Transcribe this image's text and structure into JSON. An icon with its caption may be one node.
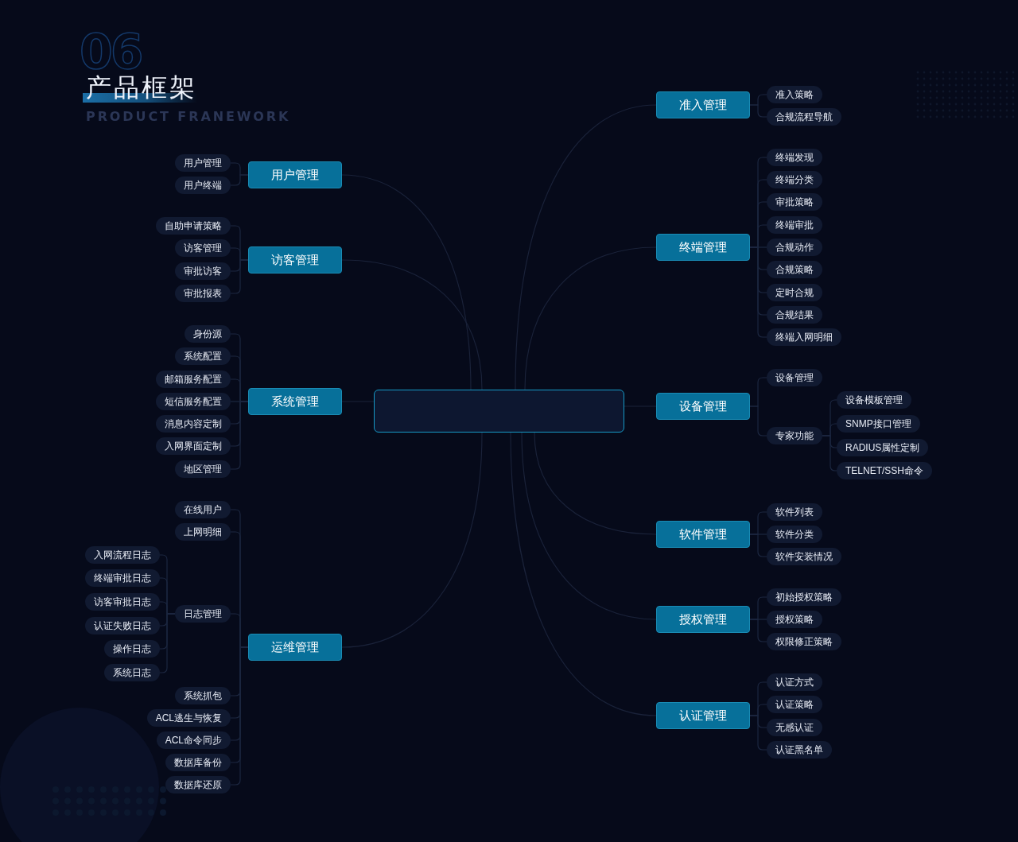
{
  "diagram": {
    "title": "产品框架",
    "nodes": [
      {
        "text": [],
        "shape": "box"
      },
      {
        "text": [
          "用户管理"
        ]
      },
      {
        "text": [
          "用户管理"
        ]
      },
      {
        "text": [
          "用户终端"
        ]
      },
      {
        "text": [
          "访客管理"
        ]
      },
      {
        "text": [
          "自助申请策略"
        ]
      },
      {
        "text": [
          "访客管理"
        ]
      },
      {
        "text": [
          "审批访客"
        ]
      },
      {
        "text": [
          "审批报表"
        ]
      },
      {
        "text": [
          "系统管理"
        ]
      },
      {
        "text": [
          "身份源"
        ]
      },
      {
        "text": [
          "系统配置"
        ]
      },
      {
        "text": [
          "邮箱服务配置"
        ]
      },
      {
        "text": [
          "短信服务配置"
        ]
      },
      {
        "text": [
          "消息内容定制"
        ]
      },
      {
        "text": [
          "入网界面定制"
        ]
      },
      {
        "text": [
          "地区管理"
        ]
      },
      {
        "text": [
          "运维管理"
        ]
      },
      {
        "text": [
          "在线用户"
        ]
      },
      {
        "text": [
          "上网明细"
        ]
      },
      {
        "text": [
          "日志管理"
        ]
      },
      {
        "text": [
          "入网流程日志"
        ]
      },
      {
        "text": [
          "终端审批日志"
        ]
      },
      {
        "text": [
          "访客审批日志"
        ]
      },
      {
        "text": [
          "认证失败日志"
        ]
      },
      {
        "text": [
          "操作日志"
        ]
      },
      {
        "text": [
          "系统日志"
        ]
      },
      {
        "text": [
          "系统抓包"
        ]
      },
      {
        "text": [
          "ACL逃生与恢复"
        ]
      },
      {
        "text": [
          "ACL命令同步"
        ]
      },
      {
        "text": [
          "数据库备份"
        ]
      },
      {
        "text": [
          "数据库还原"
        ]
      },
      {
        "text": [
          "准入管理"
        ]
      },
      {
        "text": [
          "准入策略"
        ]
      },
      {
        "text": [
          "合规流程导航"
        ]
      },
      {
        "text": [
          "终端管理"
        ]
      },
      {
        "text": [
          "终端发现"
        ]
      },
      {
        "text": [
          "终端分类"
        ]
      },
      {
        "text": [
          "审批策略"
        ]
      },
      {
        "text": [
          "终端审批"
        ]
      },
      {
        "text": [
          "合规动作"
        ]
      },
      {
        "text": [
          "合规策略"
        ]
      },
      {
        "text": [
          "定时合规"
        ]
      },
      {
        "text": [
          "合规结果"
        ]
      },
      {
        "text": [
          "终端入网明细"
        ]
      },
      {
        "text": [
          "设备管理"
        ]
      },
      {
        "text": [
          "设备管理"
        ]
      },
      {
        "text": [
          "专家功能"
        ]
      },
      {
        "text": [
          "设备模板管理"
        ]
      },
      {
        "text": [
          "SNMP接口管理"
        ]
      },
      {
        "text": [
          "RADIUS属性定制"
        ]
      },
      {
        "text": [
          "TELNET/SSH命令"
        ]
      },
      {
        "text": [
          "软件管理"
        ]
      },
      {
        "text": [
          "软件列表"
        ]
      },
      {
        "text": [
          "软件分类"
        ]
      },
      {
        "text": [
          "软件安装情况"
        ]
      },
      {
        "text": [
          "授权管理"
        ]
      },
      {
        "text": [
          "初始授权策略"
        ]
      },
      {
        "text": [
          "授权策略"
        ]
      },
      {
        "text": [
          "权限修正策略"
        ]
      },
      {
        "text": [
          "认证管理"
        ]
      },
      {
        "text": [
          "认证方式"
        ]
      },
      {
        "text": [
          "认证策略"
        ]
      },
      {
        "text": [
          "无感认证"
        ]
      },
      {
        "text": [
          "认证黑名单"
        ]
      }
    ],
    "edges": [
      {
        "from": 0,
        "to": 1,
        "arrow": "none"
      },
      {
        "from": 0,
        "to": 4,
        "arrow": "none"
      },
      {
        "from": 0,
        "to": 9,
        "arrow": "none"
      },
      {
        "from": 0,
        "to": 17,
        "arrow": "none"
      },
      {
        "from": 0,
        "to": 32,
        "arrow": "none"
      },
      {
        "from": 0,
        "to": 35,
        "arrow": "none"
      },
      {
        "from": 0,
        "to": 45,
        "arrow": "none"
      },
      {
        "from": 0,
        "to": 52,
        "arrow": "none"
      },
      {
        "from": 0,
        "to": 56,
        "arrow": "none"
      },
      {
        "from": 0,
        "to": 60,
        "arrow": "none"
      },
      {
        "from": 1,
        "to": 2,
        "arrow": "none"
      },
      {
        "from": 1,
        "to": 3,
        "arrow": "none"
      },
      {
        "from": 4,
        "to": 5,
        "arrow": "none"
      },
      {
        "from": 4,
        "to": 6,
        "arrow": "none"
      },
      {
        "from": 4,
        "to": 7,
        "arrow": "none"
      },
      {
        "from": 4,
        "to": 8,
        "arrow": "none"
      },
      {
        "from": 9,
        "to": 10,
        "arrow": "none"
      },
      {
        "from": 9,
        "to": 11,
        "arrow": "none"
      },
      {
        "from": 9,
        "to": 12,
        "arrow": "none"
      },
      {
        "from": 9,
        "to": 13,
        "arrow": "none"
      },
      {
        "from": 9,
        "to": 14,
        "arrow": "none"
      },
      {
        "from": 9,
        "to": 15,
        "arrow": "none"
      },
      {
        "from": 9,
        "to": 16,
        "arrow": "none"
      },
      {
        "from": 17,
        "to": 18,
        "arrow": "none"
      },
      {
        "from": 17,
        "to": 19,
        "arrow": "none"
      },
      {
        "from": 17,
        "to": 20,
        "arrow": "none"
      },
      {
        "from": 17,
        "to": 27,
        "arrow": "none"
      },
      {
        "from": 17,
        "to": 28,
        "arrow": "none"
      },
      {
        "from": 17,
        "to": 29,
        "arrow": "none"
      },
      {
        "from": 17,
        "to": 30,
        "arrow": "none"
      },
      {
        "from": 17,
        "to": 31,
        "arrow": "none"
      },
      {
        "from": 20,
        "to": 21,
        "arrow": "none"
      },
      {
        "from": 20,
        "to": 22,
        "arrow": "none"
      },
      {
        "from": 20,
        "to": 23,
        "arrow": "none"
      },
      {
        "from": 20,
        "to": 24,
        "arrow": "none"
      },
      {
        "from": 20,
        "to": 25,
        "arrow": "none"
      },
      {
        "from": 20,
        "to": 26,
        "arrow": "none"
      },
      {
        "from": 32,
        "to": 33,
        "arrow": "none"
      },
      {
        "from": 32,
        "to": 34,
        "arrow": "none"
      },
      {
        "from": 35,
        "to": 36,
        "arrow": "none"
      },
      {
        "from": 35,
        "to": 37,
        "arrow": "none"
      },
      {
        "from": 35,
        "to": 38,
        "arrow": "none"
      },
      {
        "from": 35,
        "to": 39,
        "arrow": "none"
      },
      {
        "from": 35,
        "to": 40,
        "arrow": "none"
      },
      {
        "from": 35,
        "to": 41,
        "arrow": "none"
      },
      {
        "from": 35,
        "to": 42,
        "arrow": "none"
      },
      {
        "from": 35,
        "to": 43,
        "arrow": "none"
      },
      {
        "from": 35,
        "to": 44,
        "arrow": "none"
      },
      {
        "from": 45,
        "to": 46,
        "arrow": "none"
      },
      {
        "from": 45,
        "to": 47,
        "arrow": "none"
      },
      {
        "from": 47,
        "to": 48,
        "arrow": "none"
      },
      {
        "from": 47,
        "to": 49,
        "arrow": "none"
      },
      {
        "from": 47,
        "to": 50,
        "arrow": "none"
      },
      {
        "from": 47,
        "to": 51,
        "arrow": "none"
      },
      {
        "from": 52,
        "to": 53,
        "arrow": "none"
      },
      {
        "from": 52,
        "to": 54,
        "arrow": "none"
      },
      {
        "from": 52,
        "to": 55,
        "arrow": "none"
      },
      {
        "from": 56,
        "to": 57,
        "arrow": "none"
      },
      {
        "from": 56,
        "to": 58,
        "arrow": "none"
      },
      {
        "from": 56,
        "to": 59,
        "arrow": "none"
      },
      {
        "from": 60,
        "to": 61,
        "arrow": "none"
      },
      {
        "from": 60,
        "to": 62,
        "arrow": "none"
      },
      {
        "from": 60,
        "to": 63,
        "arrow": "none"
      },
      {
        "from": 60,
        "to": 64,
        "arrow": "none"
      }
    ],
    "labels": [
      "06",
      "PRODUCT FRANEWORK"
    ]
  }
}
